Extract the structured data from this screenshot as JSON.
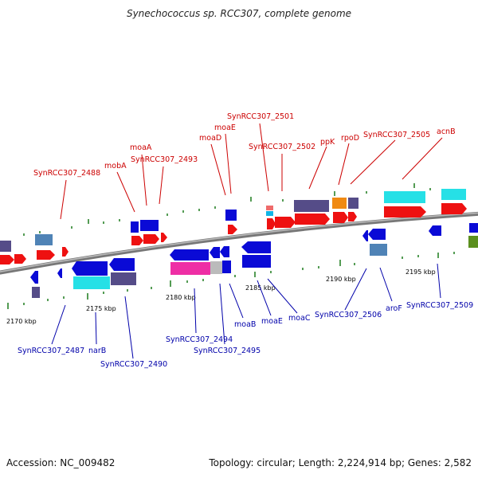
{
  "title": "Synechococcus sp. RCC307, complete genome",
  "footer": {
    "accession": "Accession: NC_009482",
    "summary": "Topology: circular; Length: 2,224,914 bp; Genes: 2,582"
  },
  "colors": {
    "top_label": "#cc0000",
    "bottom_label": "#0000aa",
    "backbone": "#888888",
    "tick": "#1a7a1a"
  },
  "kbp_labels": [
    "2170 kbp",
    "2175 kbp",
    "2180 kbp",
    "2185 kbp",
    "2190 kbp",
    "2195 kbp"
  ],
  "top_genes": [
    "SynRCC307_2488",
    "mobA",
    "moaA",
    "SynRCC307_2493",
    "moaD",
    "moaE",
    "SynRCC307_2501",
    "SynRCC307_2502",
    "ppK",
    "rpoD",
    "SynRCC307_2505",
    "acnB"
  ],
  "bottom_genes": [
    "SynRCC307_2487",
    "narB",
    "SynRCC307_2490",
    "SynRCC307_2494",
    "SynRCC307_2495",
    "moaB",
    "moaE",
    "moaC",
    "SynRCC307_2506",
    "aroF",
    "SynRCC307_2509"
  ]
}
